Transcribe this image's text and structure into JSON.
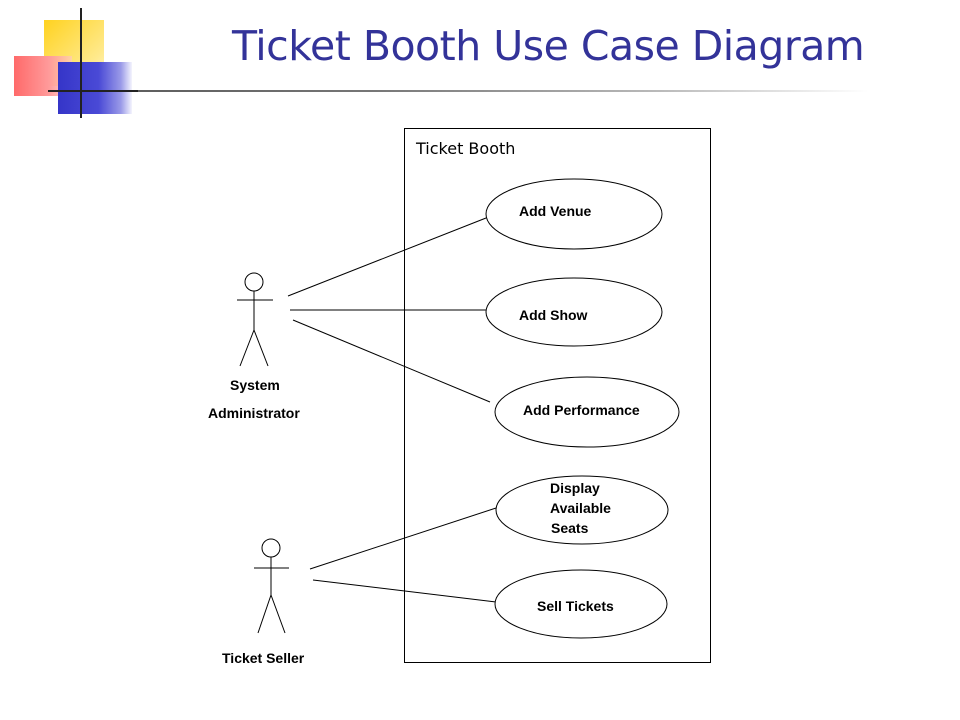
{
  "title": "Ticket Booth Use Case Diagram",
  "system_boundary": {
    "label": "Ticket Booth"
  },
  "actors": [
    {
      "id": "system-administrator",
      "label_lines": [
        "System",
        "Administrator"
      ]
    },
    {
      "id": "ticket-seller",
      "label_lines": [
        "Ticket Seller"
      ]
    }
  ],
  "use_cases": [
    {
      "id": "add-venue",
      "label_lines": [
        "Add Venue"
      ]
    },
    {
      "id": "add-show",
      "label_lines": [
        "Add Show"
      ]
    },
    {
      "id": "add-performance",
      "label_lines": [
        "Add Performance"
      ]
    },
    {
      "id": "display-available-seats",
      "label_lines": [
        "Display",
        "Available",
        "Seats"
      ]
    },
    {
      "id": "sell-tickets",
      "label_lines": [
        "Sell Tickets"
      ]
    }
  ],
  "associations": [
    {
      "actor": "system-administrator",
      "use_case": "add-venue"
    },
    {
      "actor": "system-administrator",
      "use_case": "add-show"
    },
    {
      "actor": "system-administrator",
      "use_case": "add-performance"
    },
    {
      "actor": "ticket-seller",
      "use_case": "display-available-seats"
    },
    {
      "actor": "ticket-seller",
      "use_case": "sell-tickets"
    }
  ],
  "colors": {
    "title": "#333399",
    "stroke": "#000000"
  }
}
